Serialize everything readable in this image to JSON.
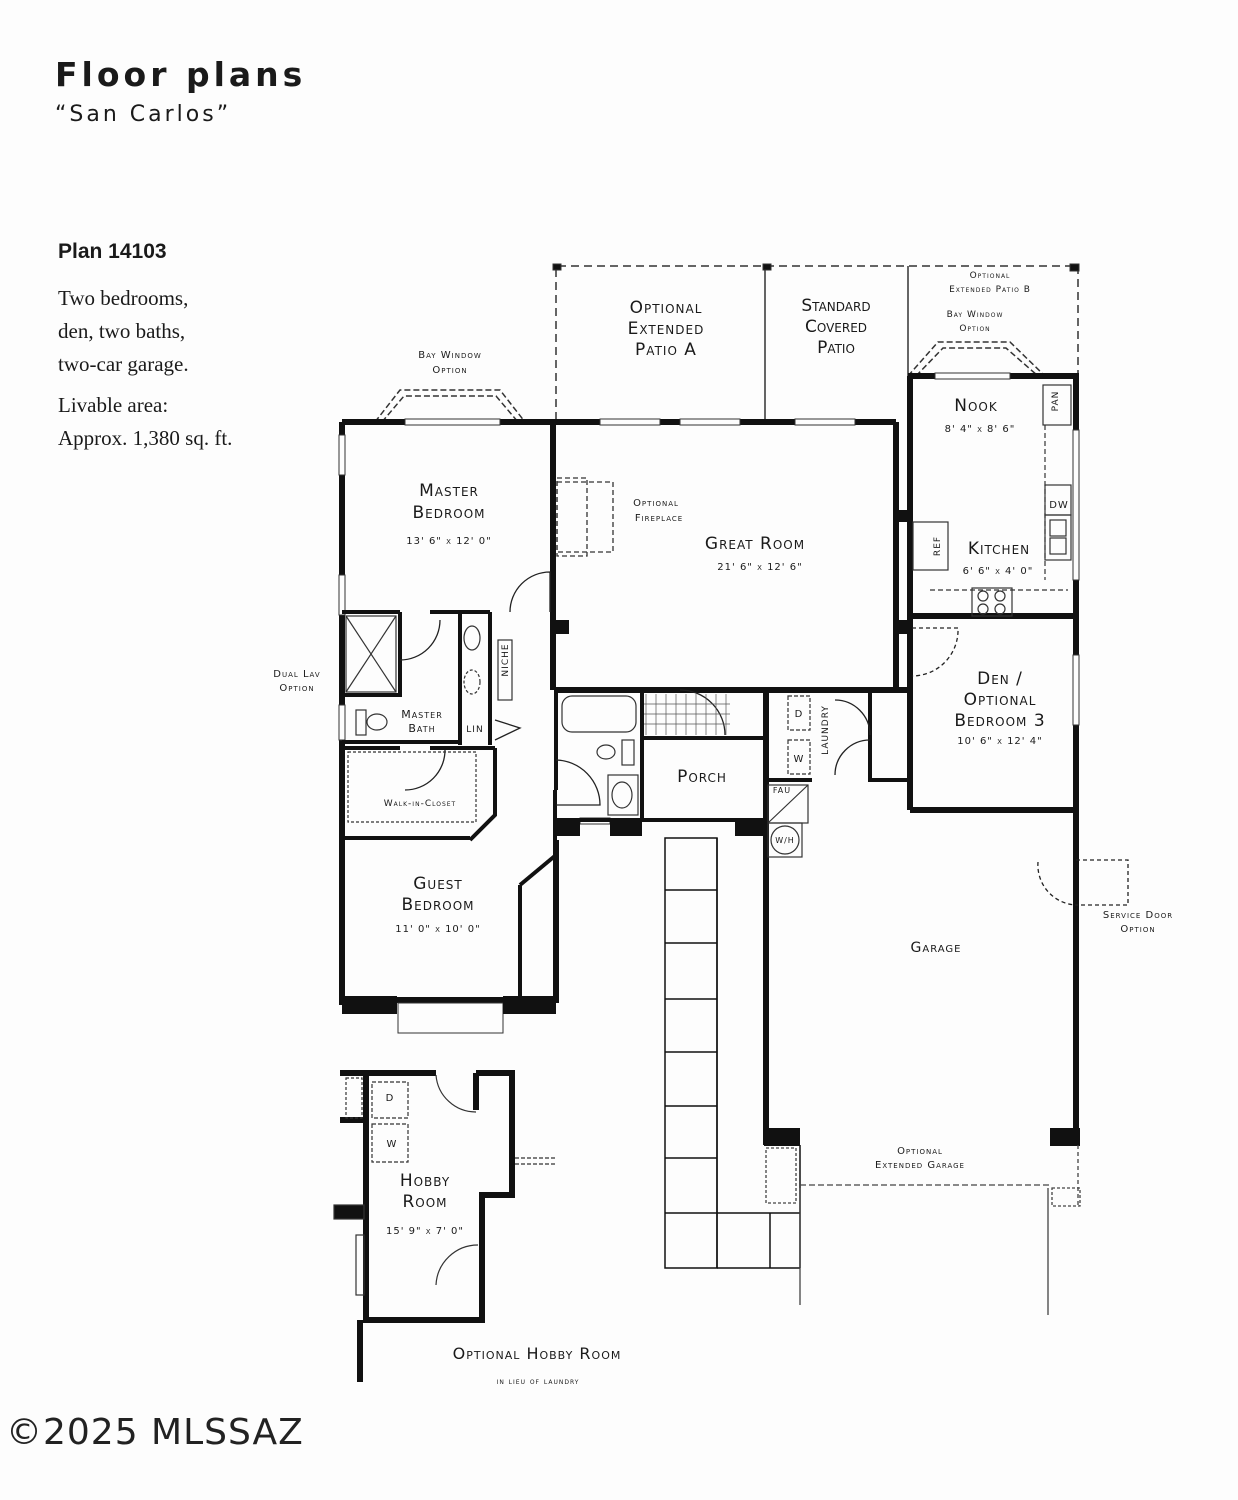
{
  "header": {
    "title": "Floor plans",
    "subtitle": "“San Carlos”"
  },
  "plan": {
    "number": "Plan 14103",
    "description_lines": [
      "Two bedrooms,",
      "den, two baths,",
      "two-car garage."
    ],
    "area_label": "Livable area:",
    "area_value": "Approx. 1,380 sq. ft."
  },
  "rooms": {
    "master_bedroom": {
      "name_line1": "Master",
      "name_line2": "Bedroom",
      "dims": "13' 6\" x 12' 0\""
    },
    "great_room": {
      "name": "Great Room",
      "dims": "21' 6\" x 12' 6\""
    },
    "nook": {
      "name": "Nook",
      "dims": "8' 4\" x 8' 6\""
    },
    "kitchen": {
      "name": "Kitchen",
      "dims": "6' 6\" x 4' 0\""
    },
    "den": {
      "name_line1": "Den /",
      "name_line2": "Optional",
      "name_line3": "Bedroom 3",
      "dims": "10' 6\" x 12' 4\""
    },
    "master_bath": {
      "name_line1": "Master",
      "name_line2": "Bath"
    },
    "walk_in_closet": {
      "name": "Walk-in-Closet"
    },
    "guest_bedroom": {
      "name_line1": "Guest",
      "name_line2": "Bedroom",
      "dims": "11' 0\" x 10' 0\""
    },
    "porch": {
      "name": "Porch"
    },
    "garage": {
      "name": "Garage"
    },
    "hobby_room": {
      "name_line1": "Hobby",
      "name_line2": "Room",
      "dims": "15' 9\" x 7' 0\""
    }
  },
  "annotations": {
    "patio_a": [
      "Optional",
      "Extended",
      "Patio A"
    ],
    "covered_patio": [
      "Standard",
      "Covered",
      "Patio"
    ],
    "patio_b": [
      "Optional",
      "Extended Patio B"
    ],
    "bay_window_nook": [
      "Bay Window",
      "Option"
    ],
    "bay_window_master": [
      "Bay Window",
      "Option"
    ],
    "fireplace": [
      "Optional",
      "Fireplace"
    ],
    "dual_lav": [
      "Dual Lav",
      "Option"
    ],
    "service_door": [
      "Service Door",
      "Option"
    ],
    "extended_garage": [
      "Optional",
      "Extended Garage"
    ],
    "hobby_room_caption": "Optional Hobby Room",
    "hobby_room_sub": "in lieu of laundry"
  },
  "fixtures": {
    "pantry": "PAN",
    "dishwasher": "DW",
    "refrigerator": "REF",
    "niche": "NICHE",
    "linen": "LIN",
    "laundry": "LAUNDRY",
    "dryer": "D",
    "washer": "W",
    "fau": "FAU",
    "water_heater": "W/H"
  },
  "footer": {
    "copyright": "©2025 MLSSAZ"
  }
}
